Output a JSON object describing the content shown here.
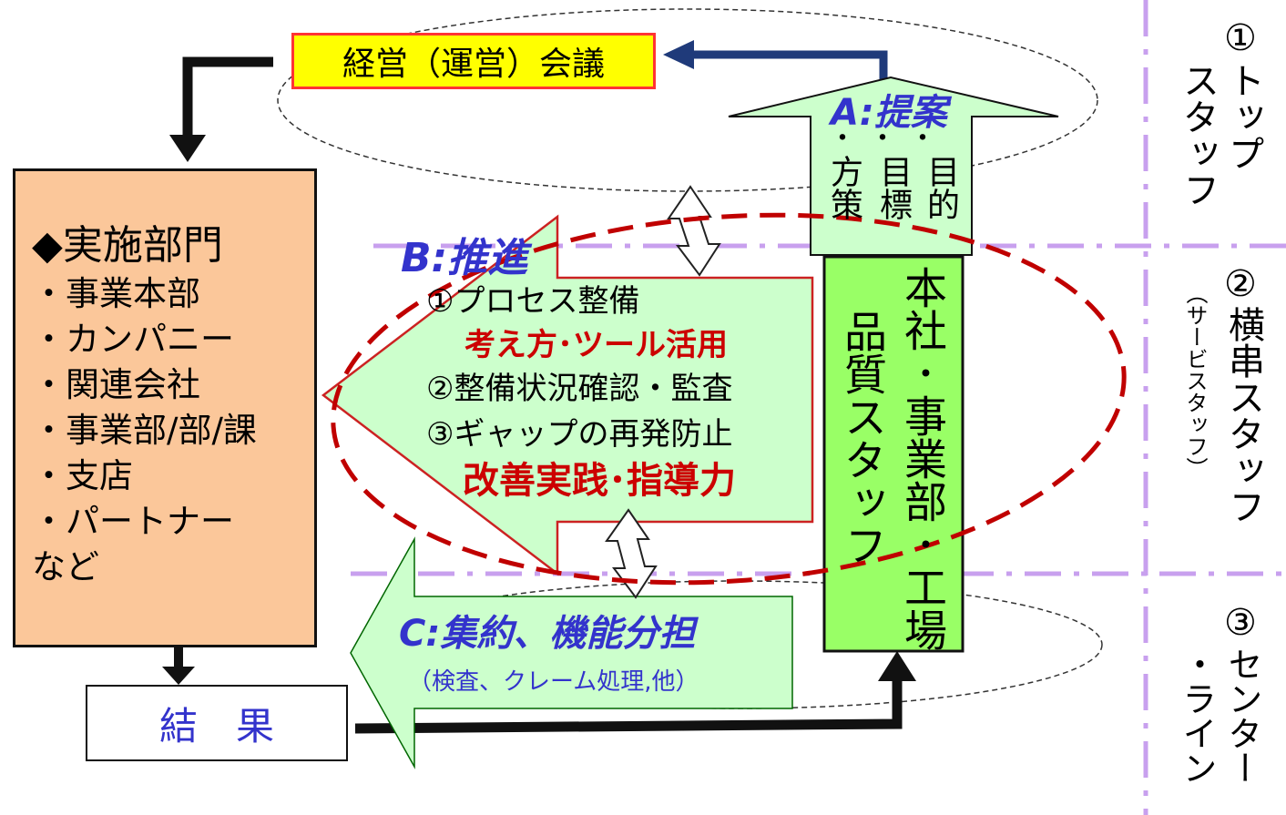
{
  "meeting_box": {
    "label": "経営（運営）会議"
  },
  "implementing_dept": {
    "title": "◆実施部門",
    "items": [
      "・事業本部",
      "・カンパニー",
      "・関連会社",
      "・事業部/部/課",
      "・支店",
      "・パートナー",
      "など"
    ]
  },
  "result_box": {
    "label": "結　果"
  },
  "proposal_arrow": {
    "title": "A:提案",
    "dots": "・・・",
    "columns": [
      "方策",
      "目標",
      "目的"
    ]
  },
  "quality_staff": {
    "col1": "本社･事業部･工場",
    "col2": "品質スタッフ"
  },
  "promotion_arrow": {
    "title": "B:推進",
    "line1": "①プロセス整備",
    "line1_sub": "考え方･ツール活用",
    "line2": "②整備状況確認・監査",
    "line3": "③ギャップの再発防止",
    "line3_sub": "改善実践･指導力"
  },
  "consolidation_arrow": {
    "title": "C:集約、機能分担",
    "subtitle": "（検査、クレーム処理,他）"
  },
  "right_labels": {
    "top": {
      "num": "①",
      "col1": "トップ",
      "col2": "スタッフ"
    },
    "middle": {
      "num": "②",
      "main": "横串スタッフ",
      "sub": "（サービスタッフ）"
    },
    "bottom": {
      "num": "③",
      "col1": "センター",
      "col2": "・ライン"
    }
  },
  "colors": {
    "meeting_fill": "#ffff00",
    "meeting_border": "#ff3333",
    "dept_fill": "#fbc79a",
    "light_green": "#ccffcc",
    "green": "#99ff66",
    "blue_text": "#3333cc",
    "red_text": "#cc0000",
    "dash_red": "#c00000",
    "purple_line": "#c8a0ee",
    "navy_arrow": "#1f3a7a"
  }
}
